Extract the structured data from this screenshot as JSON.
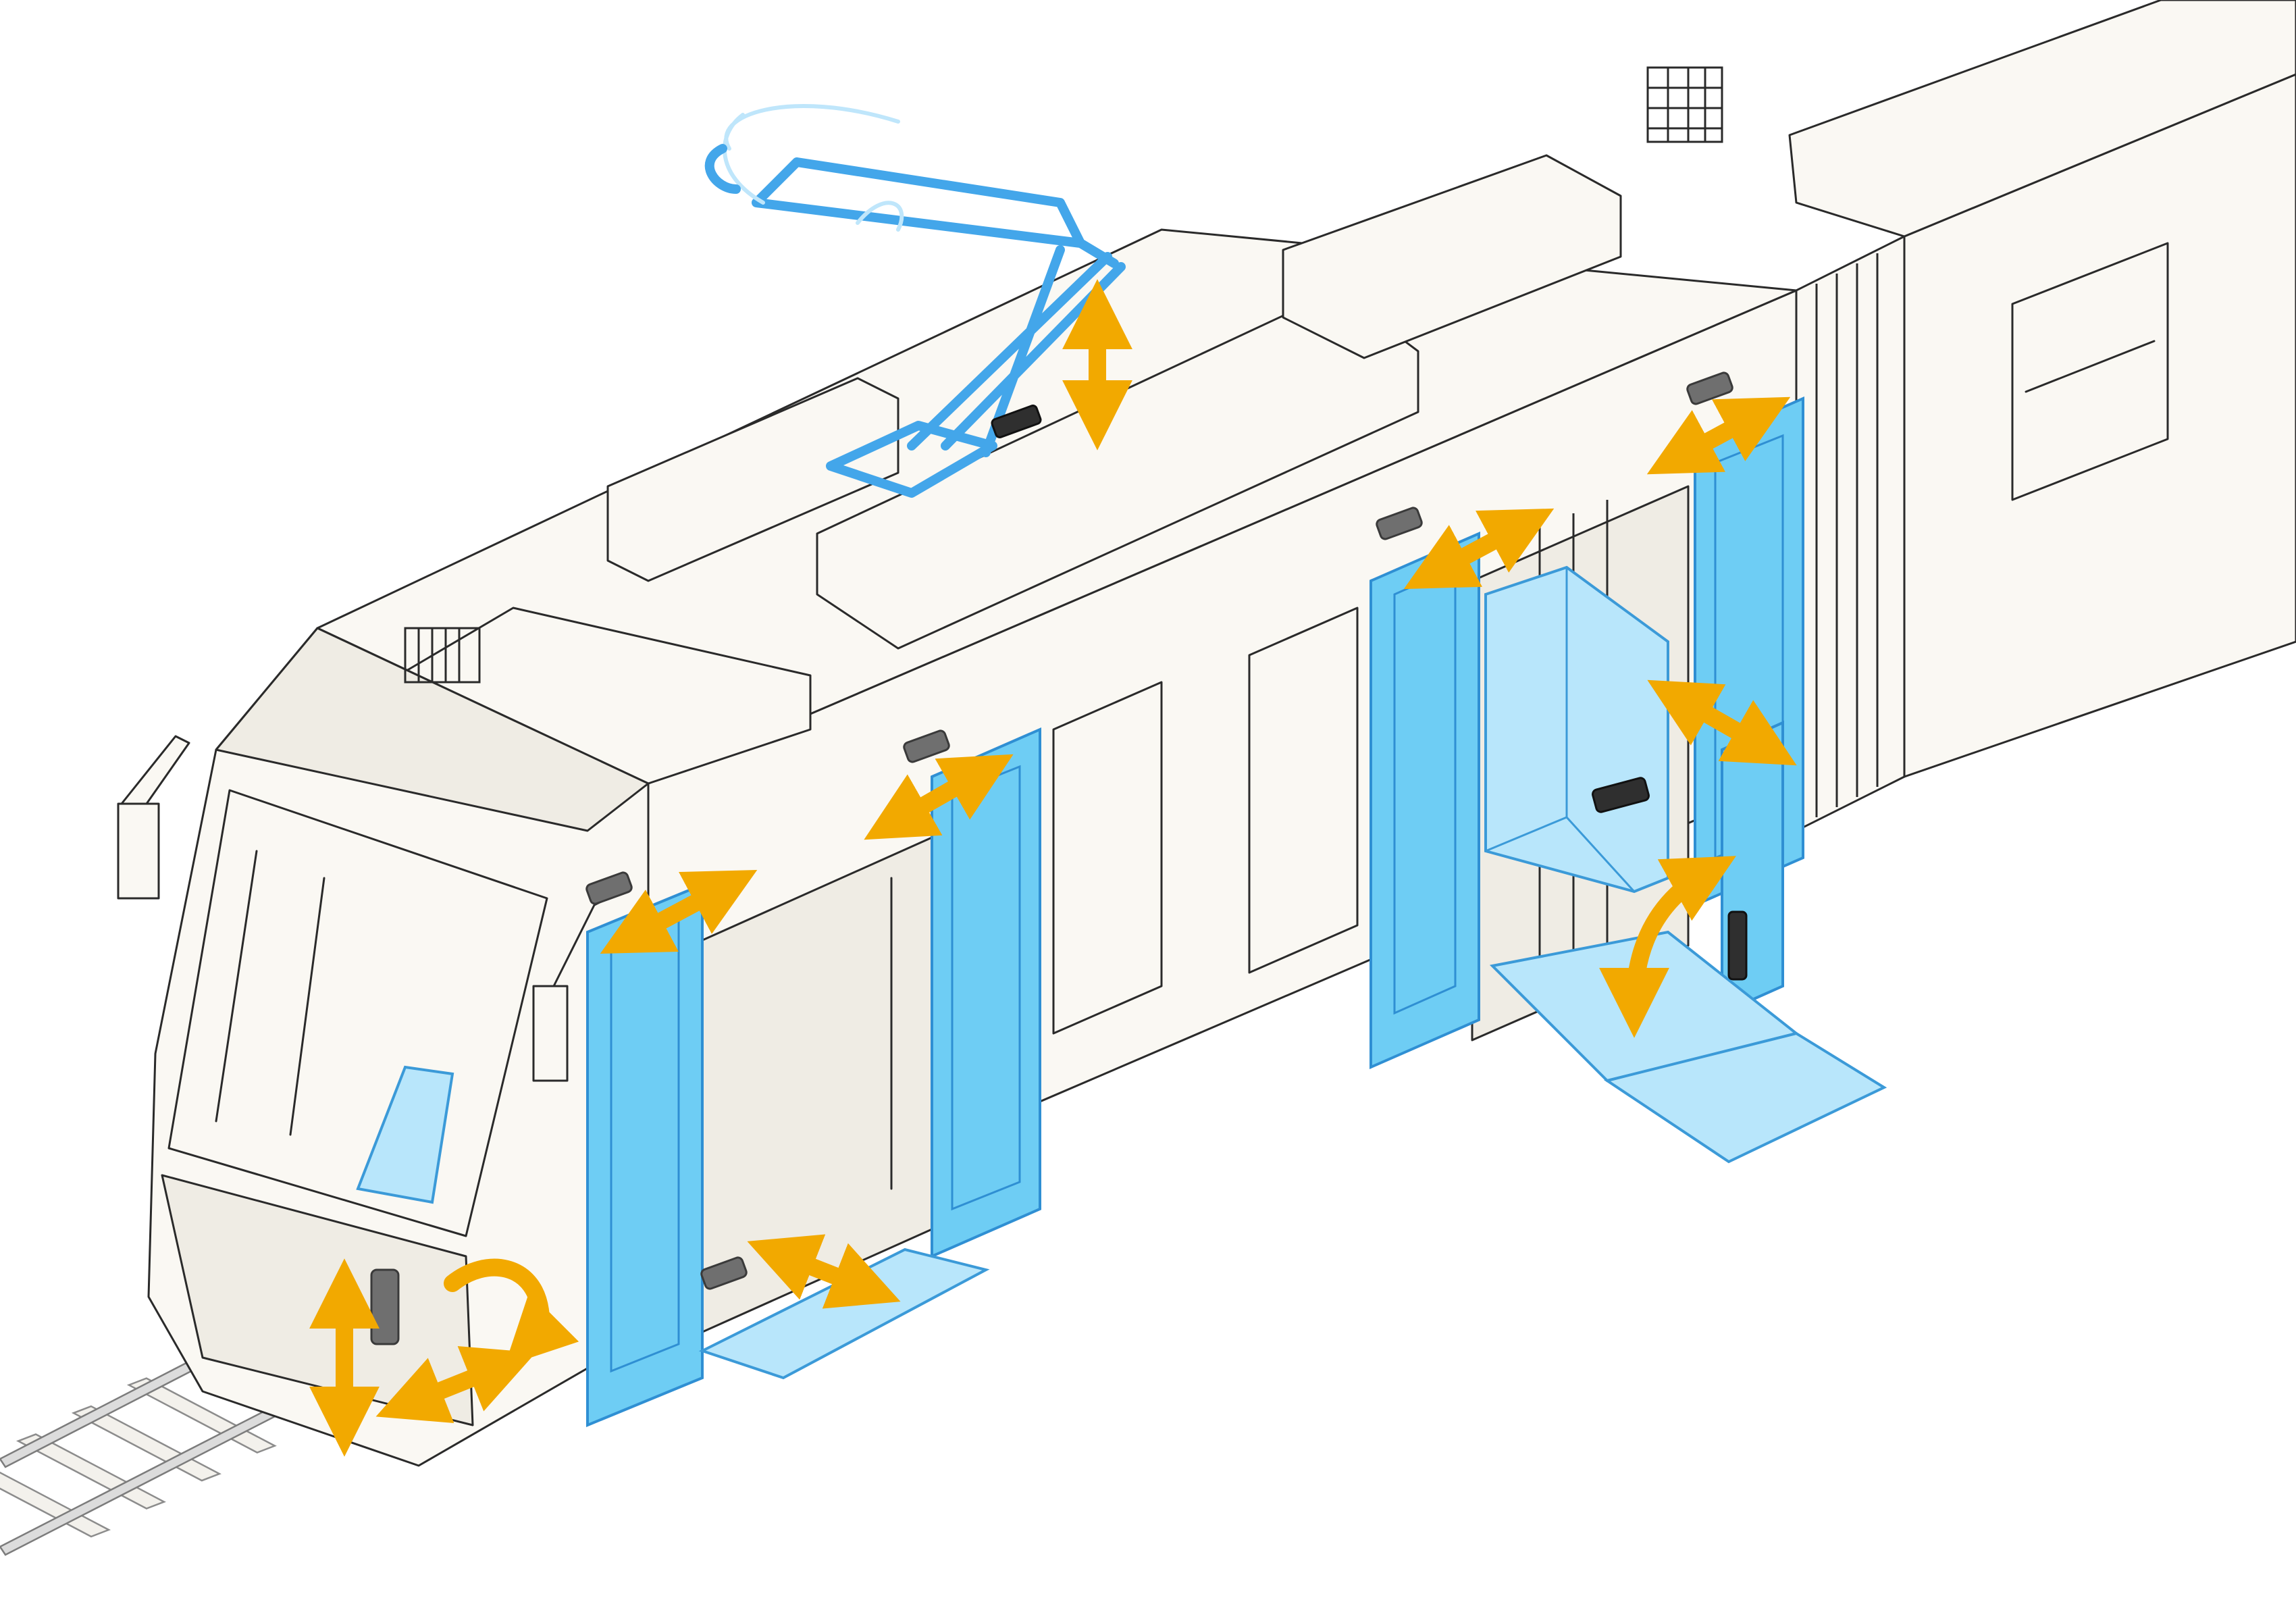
{
  "diagram": {
    "subject": "tram",
    "colors": {
      "body": "#faf8f3",
      "actuated_part": "#6ecdf4",
      "actuated_part_edge": "#2f8fd3",
      "motion_arrow": "#f2a900",
      "actuator": "#6f6f6f"
    },
    "components": [
      {
        "name": "pantograph",
        "motion": "vertical"
      },
      {
        "name": "front-door-left-leaf",
        "motion": "sliding"
      },
      {
        "name": "front-door-right-leaf",
        "motion": "sliding"
      },
      {
        "name": "front-sliding-step",
        "motion": "extend-retract"
      },
      {
        "name": "rear-door-left-leaf",
        "motion": "sliding"
      },
      {
        "name": "rear-door-right-leaf",
        "motion": "sliding"
      },
      {
        "name": "rear-door-inner-panel",
        "motion": "sliding"
      },
      {
        "name": "wheelchair-ramp",
        "motion": "fold"
      },
      {
        "name": "mirror-arm",
        "motion": "multi-axis"
      }
    ],
    "arrows": [
      {
        "name": "arrow-pantograph-vertical",
        "type": "double",
        "direction": "vertical"
      },
      {
        "name": "arrow-front-door-left",
        "type": "double",
        "direction": "horizontal"
      },
      {
        "name": "arrow-front-door-right",
        "type": "double",
        "direction": "horizontal"
      },
      {
        "name": "arrow-front-step",
        "type": "double",
        "direction": "diagonal"
      },
      {
        "name": "arrow-rear-door-left",
        "type": "double",
        "direction": "horizontal"
      },
      {
        "name": "arrow-rear-door-right",
        "type": "double",
        "direction": "horizontal"
      },
      {
        "name": "arrow-rear-inner-panel",
        "type": "double",
        "direction": "horizontal"
      },
      {
        "name": "arrow-ramp-fold",
        "type": "double",
        "direction": "curved"
      },
      {
        "name": "arrow-mirror-vertical",
        "type": "double",
        "direction": "vertical"
      },
      {
        "name": "arrow-mirror-diagonal",
        "type": "double",
        "direction": "diagonal"
      },
      {
        "name": "arrow-mirror-rotate",
        "type": "curved",
        "direction": "rotation"
      }
    ]
  }
}
